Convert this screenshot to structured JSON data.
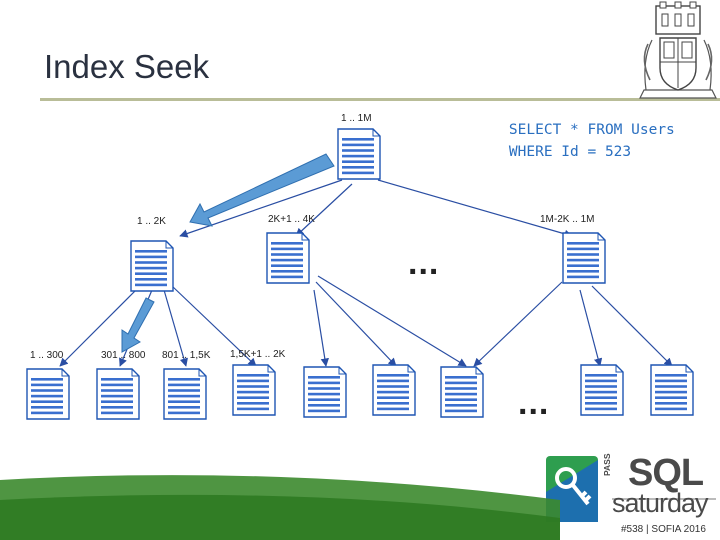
{
  "slide": {
    "title": "Index Seek"
  },
  "query": {
    "line1": "SELECT * FROM Users",
    "line2": "WHERE Id = 523"
  },
  "tree": {
    "root": {
      "label": "1 .. 1M"
    },
    "level1": [
      {
        "label": "1 .. 2K"
      },
      {
        "label": "2K+1 .. 4K"
      },
      {
        "label": "1M-2K .. 1M"
      }
    ],
    "leaves": [
      {
        "label": "1 .. 300"
      },
      {
        "label": "301 .. 800"
      },
      {
        "label": "801 .. 1,5K"
      },
      {
        "label": "1,5K+1 .. 2K"
      }
    ],
    "ellipsis_mid": "...",
    "ellipsis_bottom": "..."
  },
  "branding": {
    "sql": "SQL",
    "saturday": "saturday",
    "pass": "PASS",
    "event": "#538 | SOFIA 2016"
  },
  "colors": {
    "page_icon": "#1e55b3",
    "page_lines": "#3a6fcf",
    "tree_line": "#2a4ea3",
    "seek_arrow": "#5b9bd5",
    "seek_arrow_stroke": "#2f6fb0",
    "logo_green": "#2e9e4f",
    "logo_blue": "#1d6fae",
    "footer_green": "#3c8a2e"
  }
}
